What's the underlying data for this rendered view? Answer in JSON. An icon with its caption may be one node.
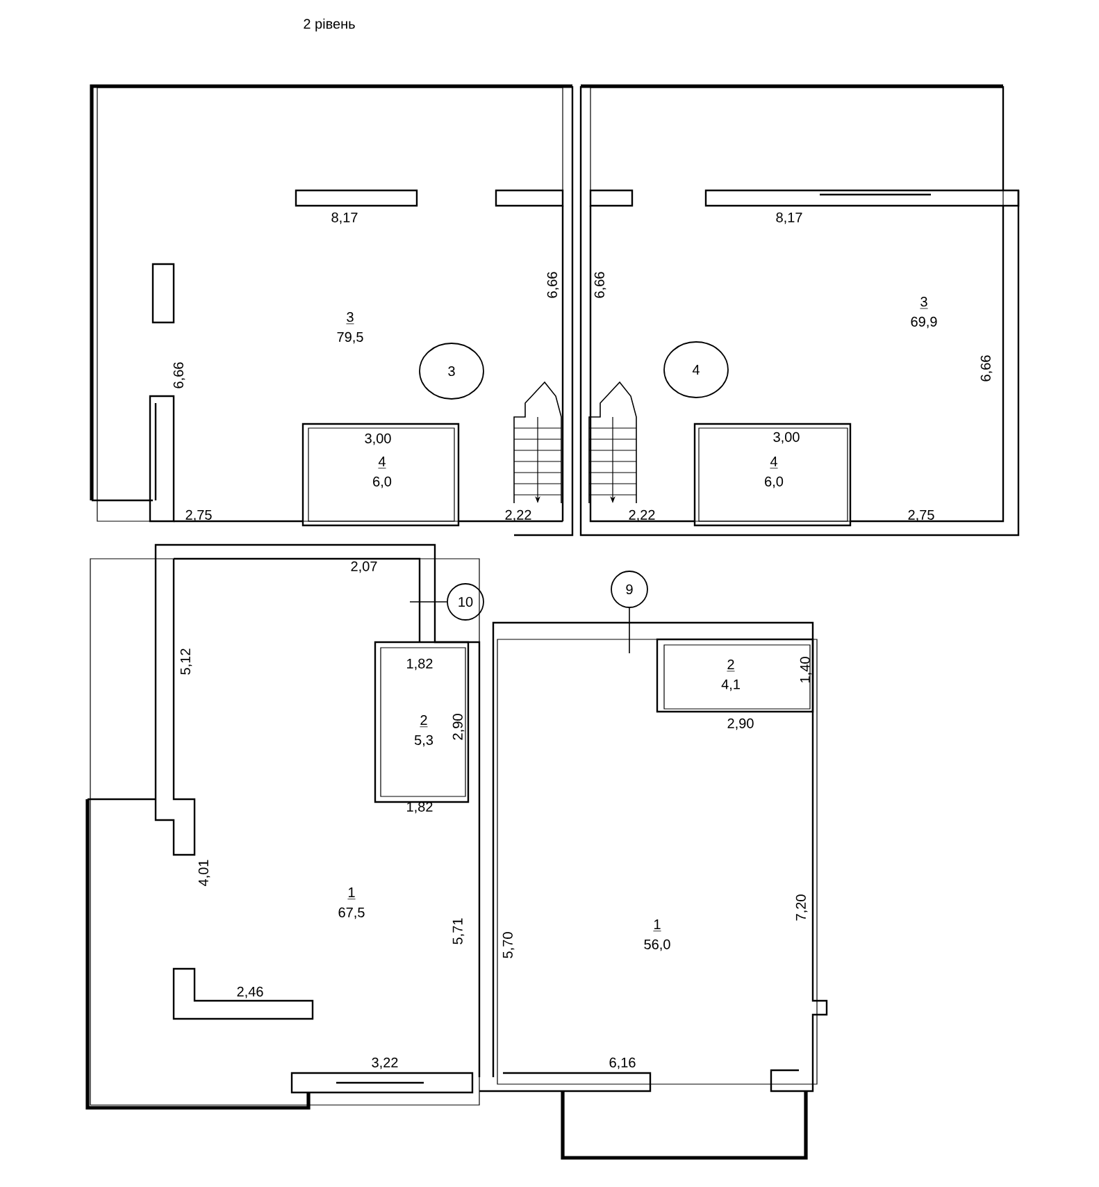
{
  "diagram": {
    "title": "2 рівень",
    "nodes": [
      {
        "text": [
          "3",
          "79,5"
        ]
      },
      {
        "text": [
          "4",
          "6,0"
        ],
        "in": 0
      },
      {
        "text": [
          "3"
        ],
        "in": 0
      },
      {
        "text": [
          "3",
          "69,9"
        ]
      },
      {
        "text": [
          "4",
          "6,0"
        ],
        "in": 3
      },
      {
        "text": [
          "4"
        ],
        "in": 3
      },
      {
        "text": [
          "10"
        ]
      },
      {
        "text": [
          "9"
        ]
      },
      {
        "text": [
          "1",
          "67,5"
        ]
      },
      {
        "text": [
          "2",
          "5,3"
        ],
        "in": 8
      },
      {
        "text": [
          "1",
          "56,0"
        ]
      },
      {
        "text": [
          "2",
          "4,1"
        ],
        "in": 10
      }
    ],
    "edges": [
      {
        "from": 6,
        "to": 8,
        "arrow": "none"
      },
      {
        "from": 7,
        "to": 10,
        "arrow": "none"
      }
    ],
    "labels": [
      "8,17",
      "8,17",
      "6,66",
      "6,66",
      "6,66",
      "6,66",
      "3,00",
      "3,00",
      "2,75",
      "2,22",
      "2,22",
      "2,75",
      "2,07",
      "1,82",
      "1,40",
      "5,12",
      "2,90",
      "2,90",
      "1,82",
      "4,01",
      "5,71",
      "5,70",
      "7,20",
      "2,46",
      "3,22",
      "6,16"
    ]
  }
}
